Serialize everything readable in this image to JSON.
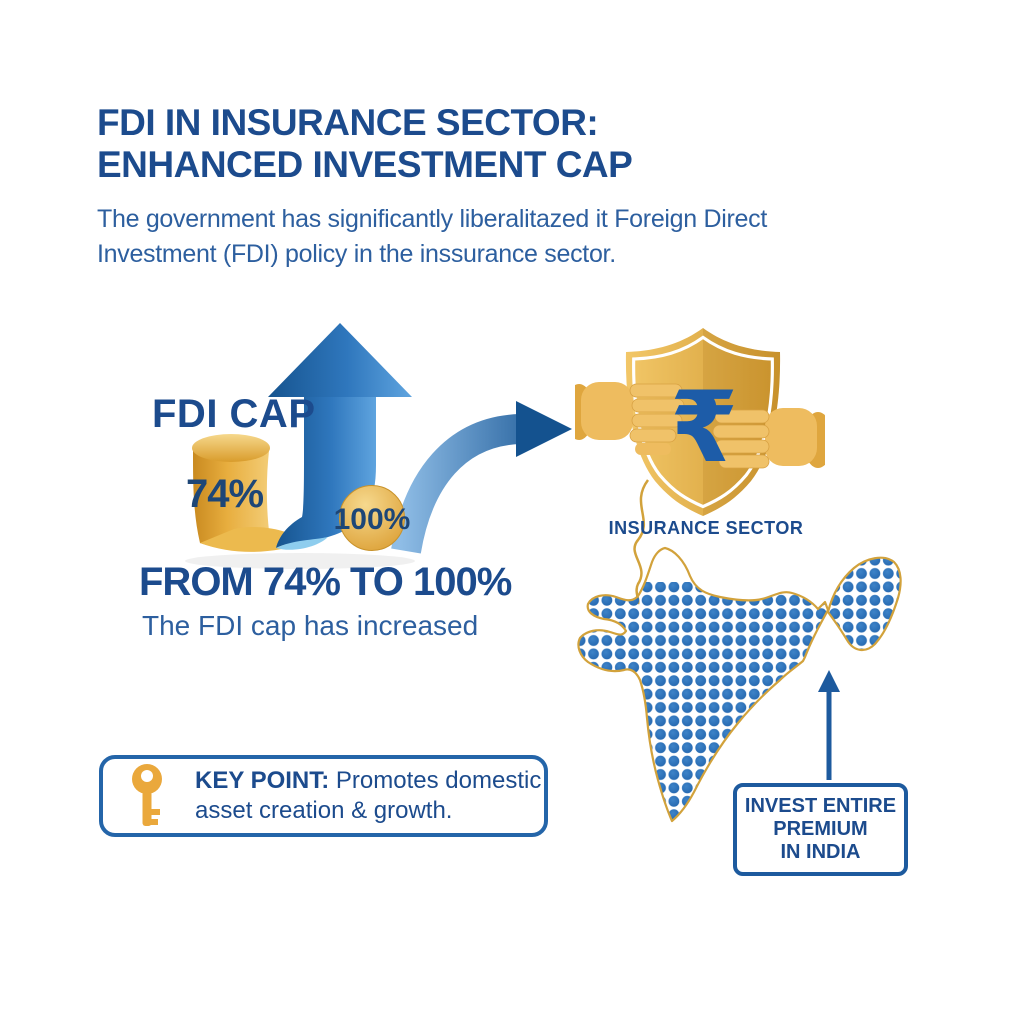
{
  "infographic": {
    "title": {
      "line1": "FDI IN INSURANCE SECTOR:",
      "line2": "ENHANCED INVESTMENT CAP"
    },
    "subtitle": {
      "line1": "The government has significantly liberalitazed it Foreign Direct",
      "line2": "Investment (FDI) policy in the inssurance sector."
    },
    "fdi_cap": {
      "label": "FDI CAP",
      "old_value": "74%",
      "new_value": "100%",
      "headline": "FROM 74% TO 100%",
      "description": "The FDI cap has increased"
    },
    "shield": {
      "label": "INSURANCE SECTOR",
      "rupee_symbol": "₹"
    },
    "map_callout": {
      "line1": "INVEST ENTIRE",
      "line2": "PREMIUM",
      "line3": "IN INDIA"
    },
    "key_point": {
      "label": "KEY POINT:",
      "text_rest": " Promotes domestic",
      "text_line2": "asset creation & growth."
    },
    "colors": {
      "heading_blue": "#1c4b8d",
      "body_blue": "#2d5f9f",
      "arrow_blue_dark": "#16548f",
      "arrow_blue_light": "#5fa4df",
      "gold": "#e8ae3f",
      "map_dot_blue": "#2a6ab1",
      "map_outline_gold": "#d2a23b"
    }
  }
}
